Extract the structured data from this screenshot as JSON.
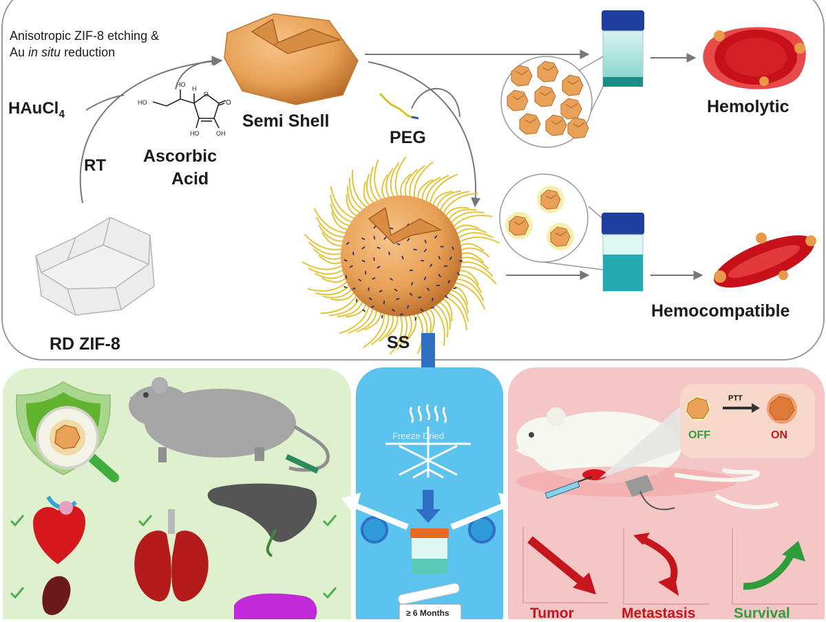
{
  "labels": {
    "step_line1": "Anisotropic ZIF-8 etching &",
    "step_line2_pre": "Au ",
    "step_line2_italic": "in situ",
    "step_line2_post": " reduction",
    "reagent_main": "HAuCl",
    "reagent_sub": "4",
    "rt": "RT",
    "ascorbic": "Ascorbic",
    "acid": "Acid",
    "semi_shell": "Semi Shell",
    "peg": "PEG",
    "rd_zif8": "RD ZIF-8",
    "ss": "SS",
    "hemolytic": "Hemolytic",
    "hemocompatible": "Hemocompatible",
    "freeze_dried": "Freeze Dried",
    "storage": "≥ 6 Months",
    "ptt": "PTT",
    "off": "OFF",
    "on": "ON",
    "tumor": "Tumor",
    "metastasis": "Metastasis",
    "survival": "Survival"
  },
  "colors": {
    "gold": "#e8a156",
    "gold_dark": "#b86a28",
    "blood_red": "#d11c1c",
    "green_panel": "#dff0cf",
    "blue_panel": "#5cc3ee",
    "pink_panel": "#f5c6c6",
    "arrow_blue": "#2f6fc4",
    "off_green": "#2f9e3a",
    "on_red": "#c4161c",
    "check_green": "#4caf50"
  },
  "icons": [
    "shield-icon",
    "magnifier-icon",
    "mouse-icon",
    "heart-icon",
    "lung-icon",
    "liver-icon",
    "kidney-icon",
    "spleen-icon",
    "snowflake-icon",
    "vial-icon",
    "syringe-icon",
    "laser-icon",
    "check-icon",
    "down-trend-arrow-icon",
    "curved-arrow-icon",
    "up-trend-arrow-icon"
  ]
}
